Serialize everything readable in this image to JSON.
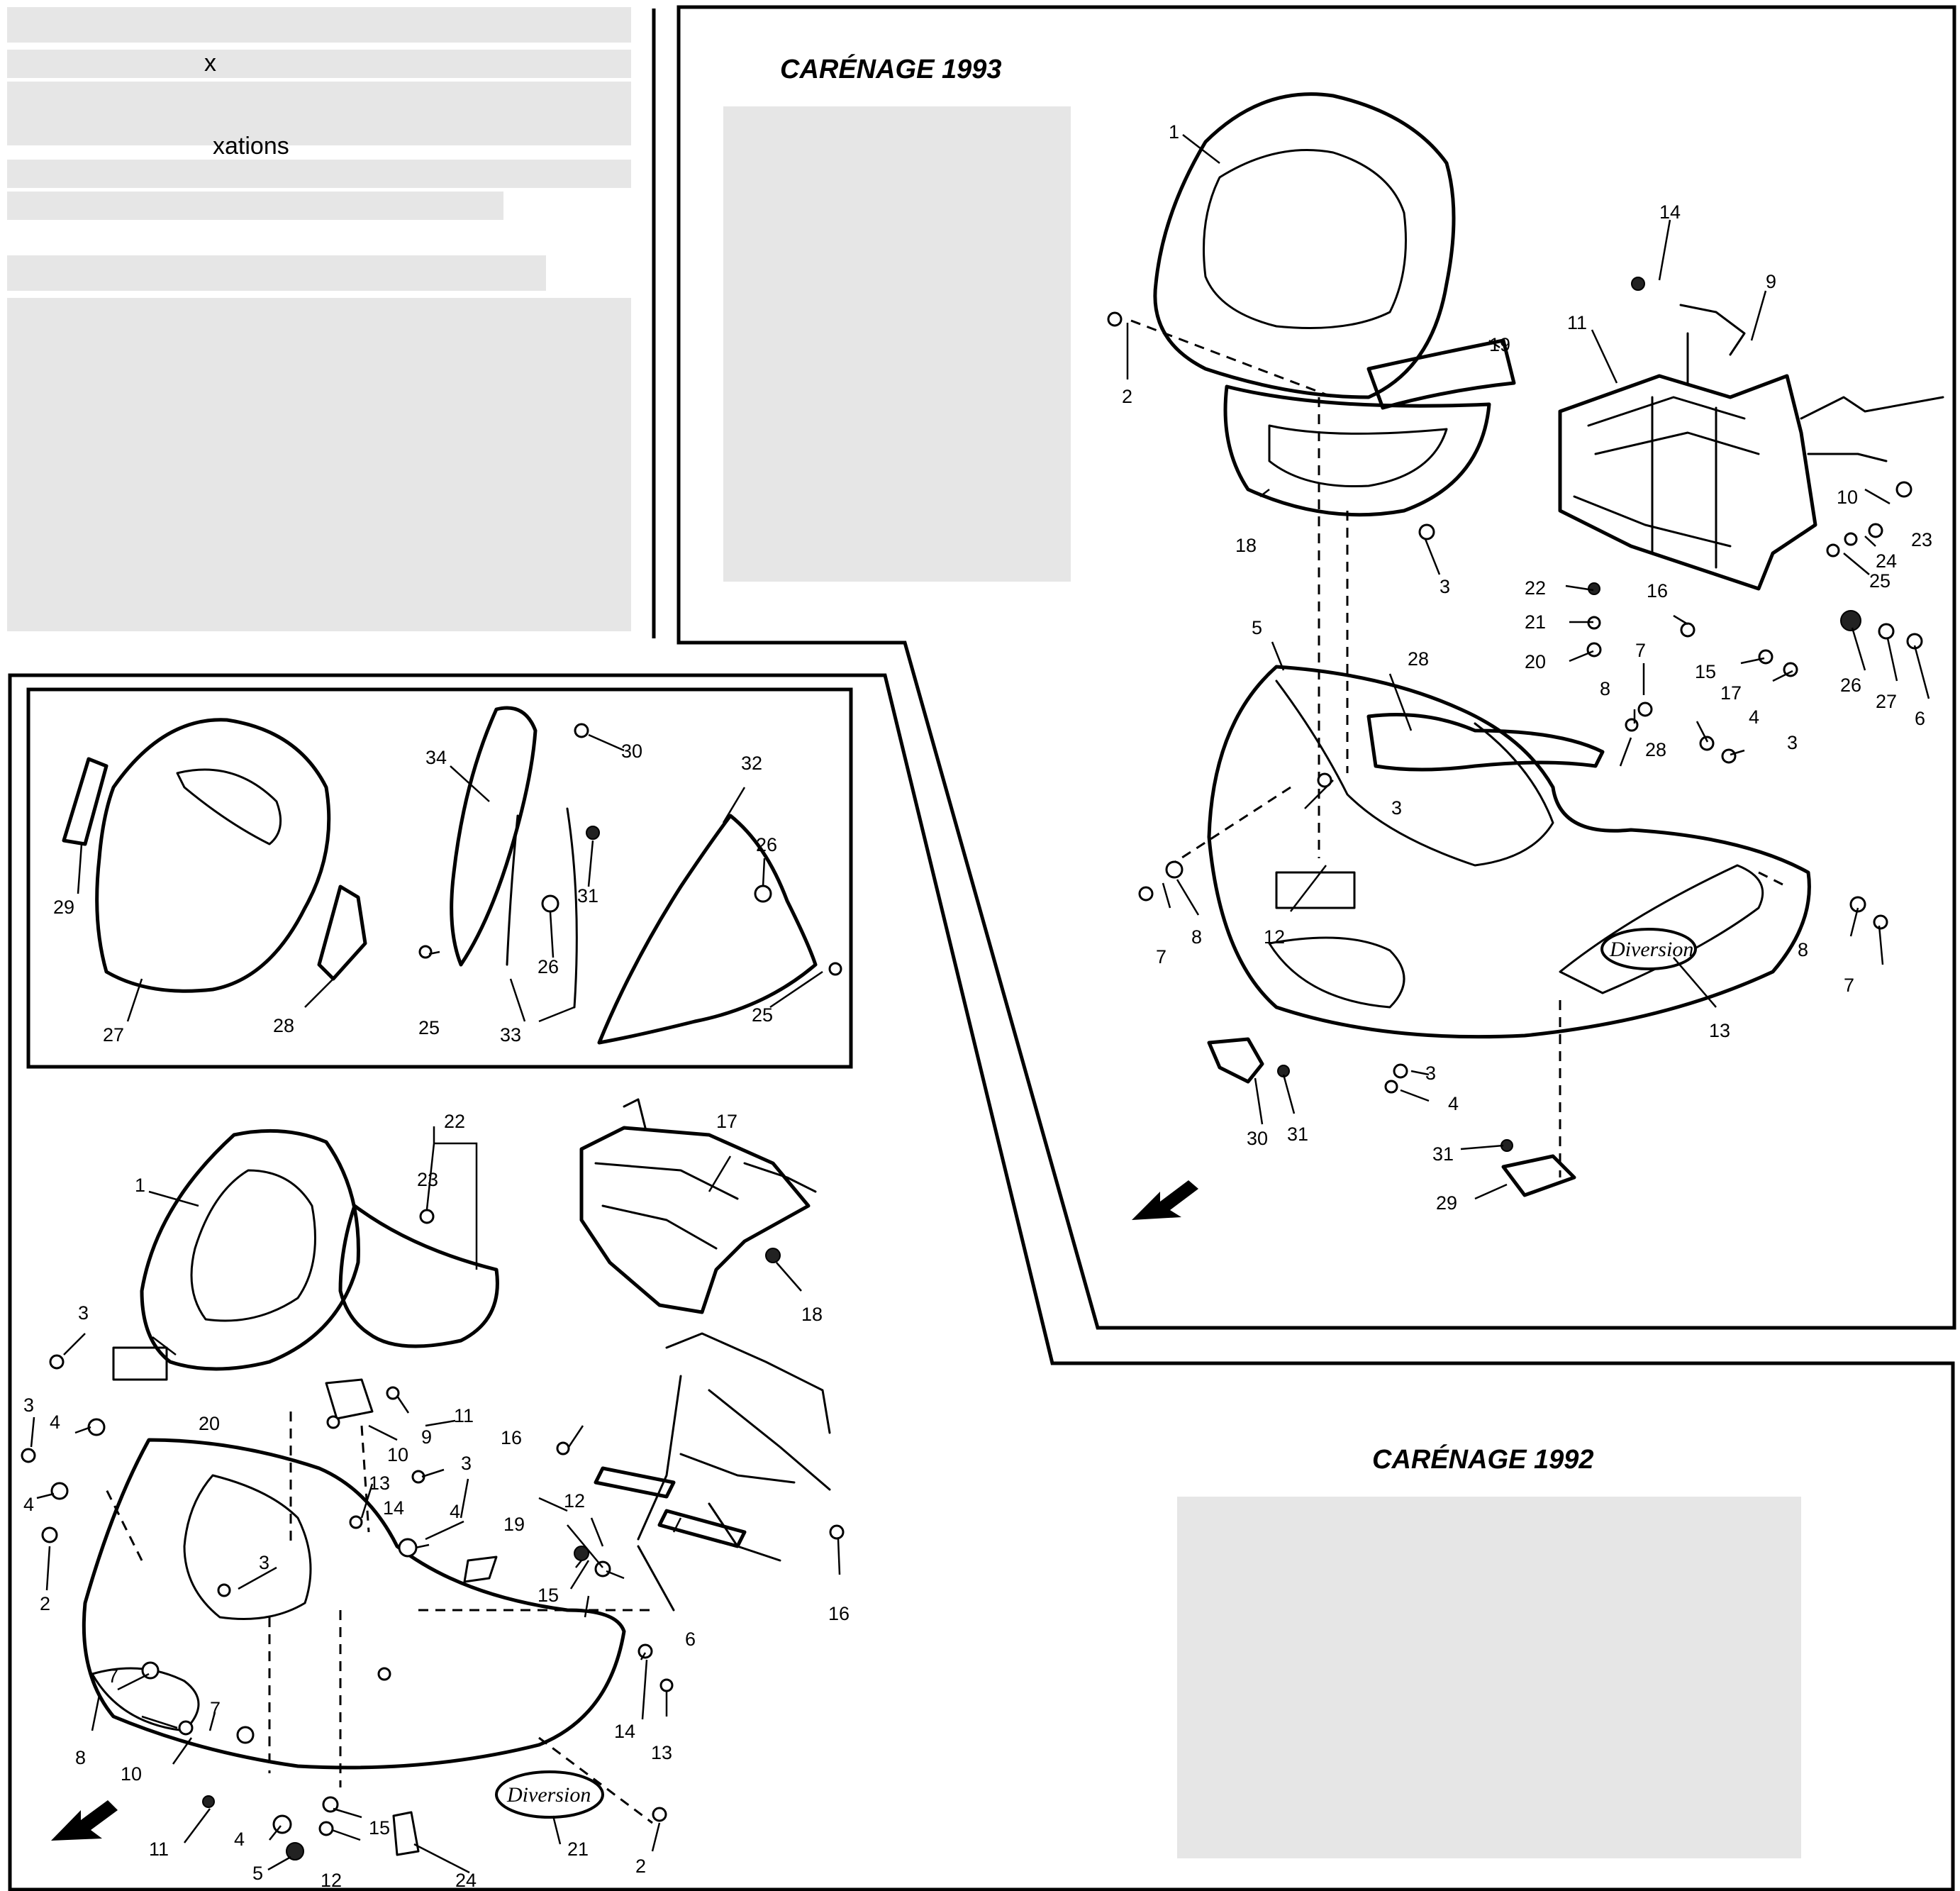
{
  "titles": {
    "top": "CARÉNAGE 1993",
    "bottom": "CARÉNAGE 1992"
  },
  "text_fragments": {
    "frag1": "x",
    "frag2": "xations"
  },
  "emblems": {
    "emblem_1993": "Diversion",
    "emblem_1992": "Diversion"
  },
  "callouts_1993": {
    "c1": "1",
    "c2": "2",
    "c3a": "3",
    "c3b": "3",
    "c3c": "3",
    "c3d": "3",
    "c4a": "4",
    "c4b": "4",
    "c5": "5",
    "c6": "6",
    "c7a": "7",
    "c7b": "7",
    "c8a": "8",
    "c8b": "8",
    "c8c": "8",
    "c9": "9",
    "c10": "10",
    "c11": "11",
    "c12": "12",
    "c13": "13",
    "c14": "14",
    "c15": "15",
    "c16": "16",
    "c17": "17",
    "c18": "18",
    "c19": "19",
    "c20": "20",
    "c21": "21",
    "c22": "22",
    "c23": "23",
    "c24": "24",
    "c25": "25",
    "c26": "26",
    "c27": "27",
    "c28a": "28",
    "c28b": "28",
    "c29": "29",
    "c30": "30",
    "c31a": "31",
    "c31b": "31"
  },
  "callouts_1992_inset": {
    "c25a": "25",
    "c25b": "25",
    "c26a": "26",
    "c26b": "26",
    "c27": "27",
    "c28": "28",
    "c29": "29",
    "c30": "30",
    "c31": "31",
    "c32": "32",
    "c33": "33",
    "c34": "34"
  },
  "callouts_1992_main": {
    "c1": "1",
    "c2a": "2",
    "c2b": "2",
    "c3a": "3",
    "c3b": "3",
    "c3c": "3",
    "c3d": "3",
    "c4a": "4",
    "c4b": "4",
    "c4c": "4",
    "c4d": "4",
    "c5": "5",
    "c6": "6",
    "c7a": "7",
    "c7b": "7",
    "c8": "8",
    "c9": "9",
    "c10a": "10",
    "c10b": "10",
    "c11a": "11",
    "c11b": "11",
    "c12a": "12",
    "c12b": "12",
    "c13a": "13",
    "c13b": "13",
    "c14a": "14",
    "c14b": "14",
    "c15a": "15",
    "c15b": "15",
    "c16a": "16",
    "c16b": "16",
    "c17": "17",
    "c18": "18",
    "c19": "19",
    "c20": "20",
    "c21": "21",
    "c22": "22",
    "c23": "23",
    "c24": "24"
  },
  "colors": {
    "ink": "#000000",
    "paper": "#ffffff",
    "blurred_text": "#e6e6e6"
  },
  "icons": {
    "arrow_1993": "front-direction-arrow-icon",
    "arrow_1992": "front-direction-arrow-icon"
  }
}
